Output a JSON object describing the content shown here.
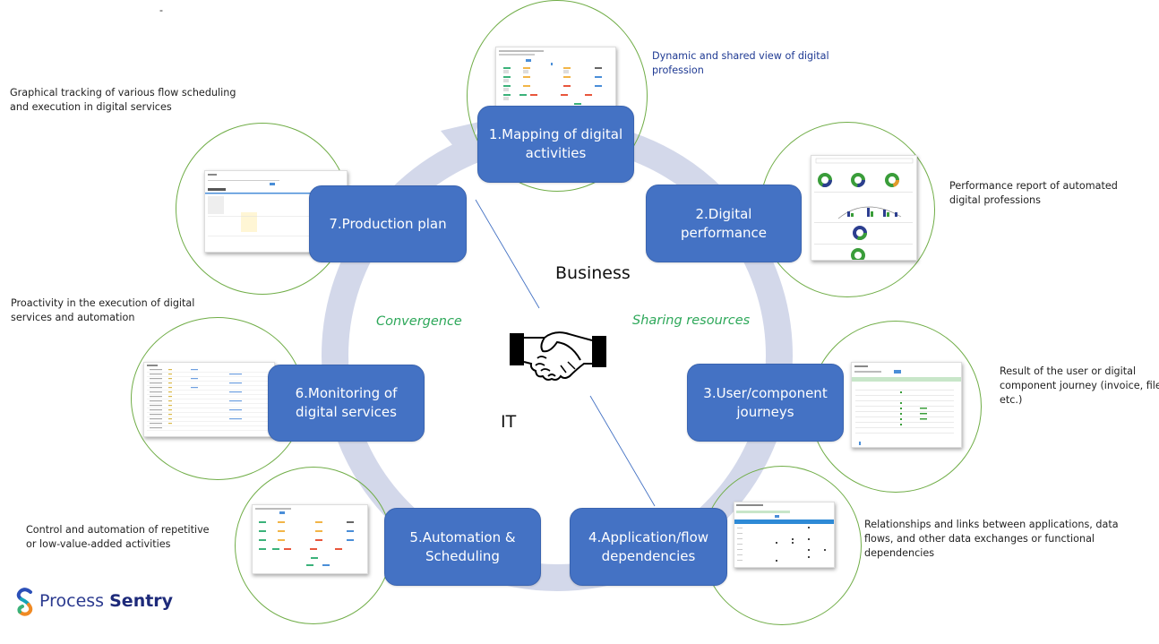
{
  "stray_mark": "-",
  "center": {
    "business_label": "Business",
    "it_label": "IT",
    "convergence_label": "Convergence",
    "sharing_label": "Sharing resources",
    "handshake_icon": "handshake-icon"
  },
  "steps": [
    {
      "label_line1": "1.Mapping of digital",
      "label_line2": "activities",
      "description_line1": "Dynamic and shared view of digital",
      "description_line2": "profession",
      "description_line3": ""
    },
    {
      "label_line1": "2.Digital",
      "label_line2": "performance",
      "description_line1": "Performance report of automated",
      "description_line2": "digital professions",
      "description_line3": ""
    },
    {
      "label_line1": "3.User/component",
      "label_line2": "journeys",
      "description_line1": "Result of the user or digital",
      "description_line2": "component journey (invoice, file",
      "description_line3": "etc.)"
    },
    {
      "label_line1": "4.Application/flow",
      "label_line2": "dependencies",
      "description_line1": "Relationships and links between applications, data",
      "description_line2": "flows, and other data exchanges or functional",
      "description_line3": "dependencies"
    },
    {
      "label_line1": "5.Automation &",
      "label_line2": "Scheduling",
      "description_line1": "Control and automation of repetitive",
      "description_line2": "or low-value-added activities",
      "description_line3": ""
    },
    {
      "label_line1": "6.Monitoring of",
      "label_line2": "digital services",
      "description_line1": "Proactivity in the execution of digital",
      "description_line2": "services and automation",
      "description_line3": ""
    },
    {
      "label_line1": "7.Production plan",
      "label_line2": "",
      "description_line1": "Graphical tracking of various flow scheduling",
      "description_line2": "and execution in digital services",
      "description_line3": ""
    }
  ],
  "logo": {
    "word1": "Process",
    "word2": "Sentry"
  },
  "colors": {
    "step_box": "#4472c4",
    "ring": "#70ad47",
    "cycle_arrow": "#d3d8ea",
    "accent_green_text": "#2ea85a",
    "description_blue": "#1f3a93"
  }
}
